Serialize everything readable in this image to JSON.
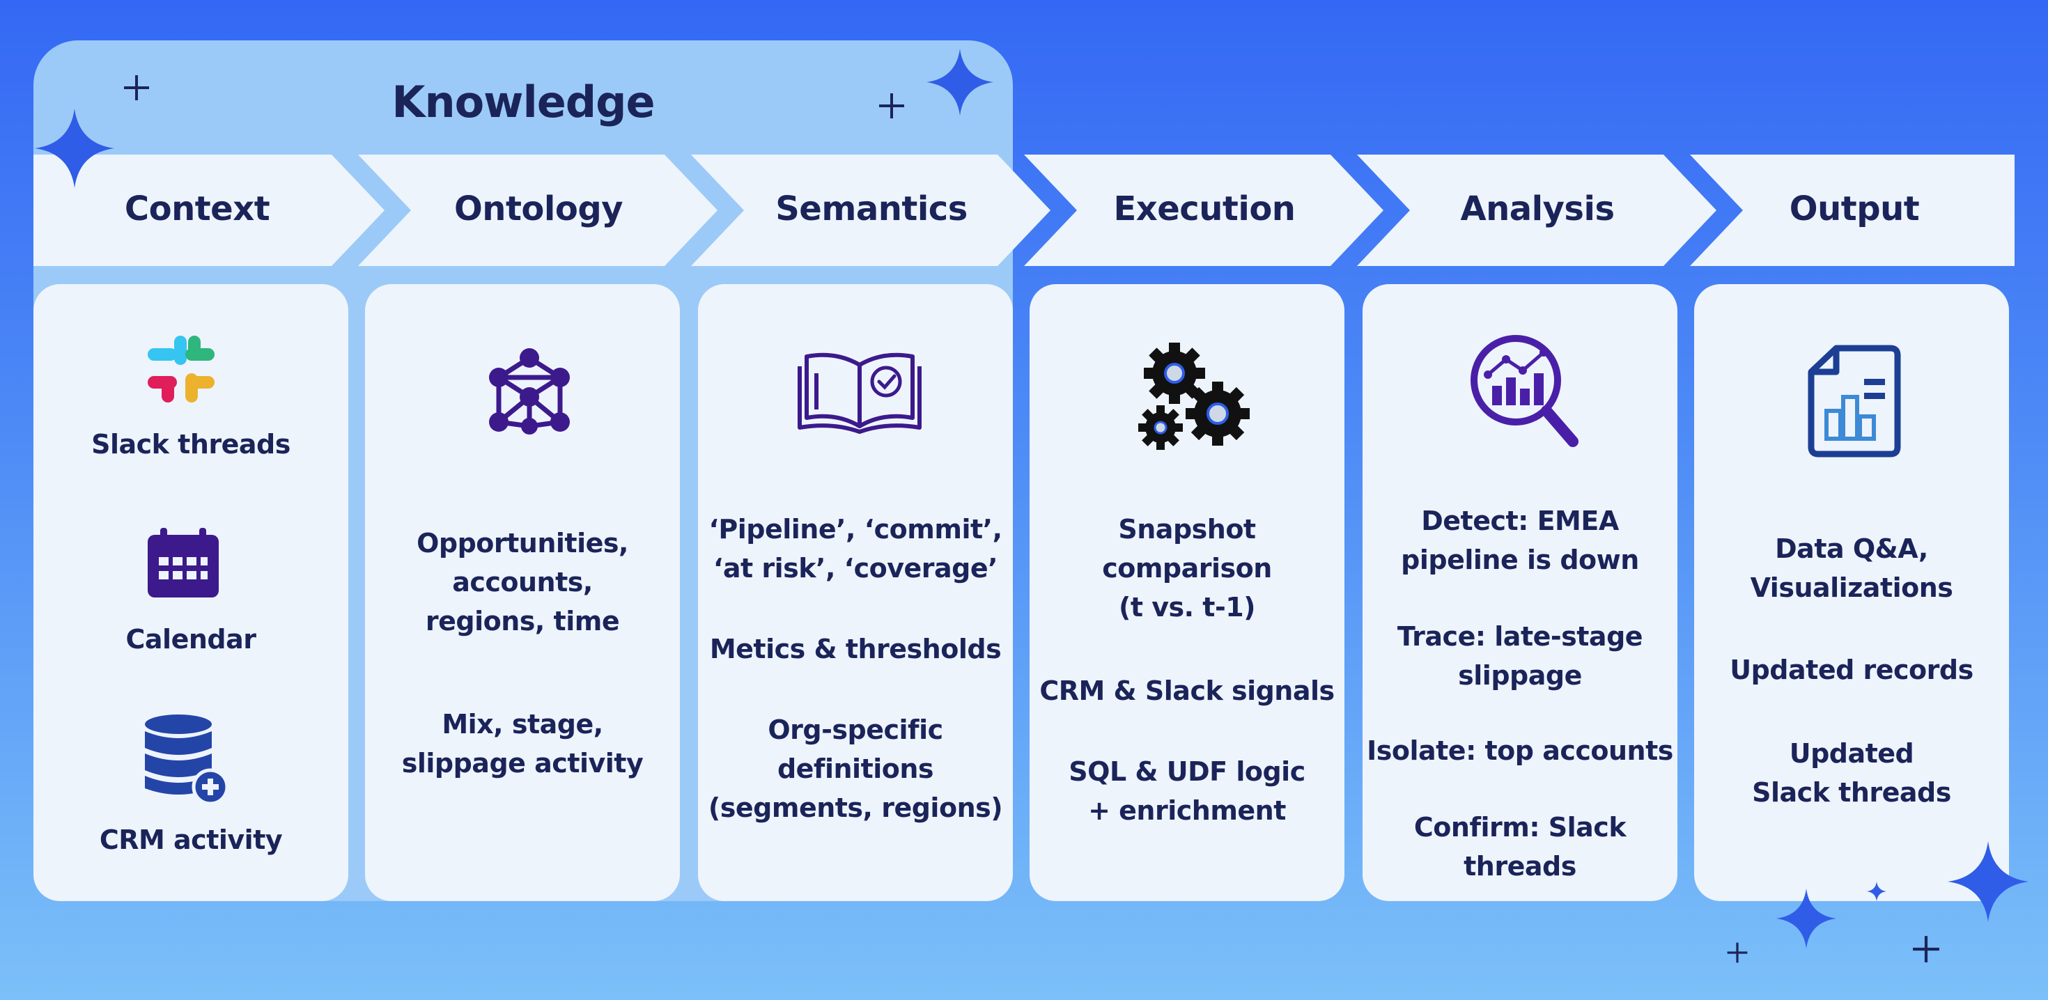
{
  "header": {
    "title": "Knowledge"
  },
  "stages": [
    {
      "label": "Context"
    },
    {
      "label": "Ontology"
    },
    {
      "label": "Semantics"
    },
    {
      "label": "Execution"
    },
    {
      "label": "Analysis"
    },
    {
      "label": "Output"
    }
  ],
  "cards": [
    {
      "icon": "slack-icon",
      "items": [
        "Slack threads",
        "Calendar",
        "CRM activity"
      ],
      "item_icons": [
        "slack-icon",
        "calendar-icon",
        "database-add-icon"
      ]
    },
    {
      "icon": "graph-network-icon",
      "items": [
        "Opportunities,\naccounts,\nregions, time",
        "Mix, stage,\nslippage activity"
      ]
    },
    {
      "icon": "book-check-icon",
      "items": [
        "‘Pipeline’, ‘commit’,\n‘at risk’, ‘coverage’",
        "Metics & thresholds",
        "Org-specific\ndefinitions\n(segments, regions)"
      ]
    },
    {
      "icon": "gears-icon",
      "items": [
        "Snapshot\ncomparison\n(t vs. t-1)",
        "CRM & Slack signals",
        "SQL & UDF logic\n+ enrichment"
      ]
    },
    {
      "icon": "analytics-search-icon",
      "items": [
        "Detect: EMEA\npipeline is down",
        "Trace: late-stage\nslippage",
        "Isolate: top accounts",
        "Confirm: Slack threads"
      ]
    },
    {
      "icon": "report-chart-icon",
      "items": [
        "Data Q&A,\nVisualizations",
        "Updated records",
        "Updated\nSlack threads"
      ]
    }
  ],
  "colors": {
    "background_top": "#3468f4",
    "background_bottom": "#7cc0f9",
    "knowledge_panel": "#9ccaf8",
    "card": "#eef4fc",
    "text": "#1b2459",
    "icon_purple": "#3c1a8c",
    "icon_blue": "#1c3f94",
    "accent": "#2f5de8"
  }
}
